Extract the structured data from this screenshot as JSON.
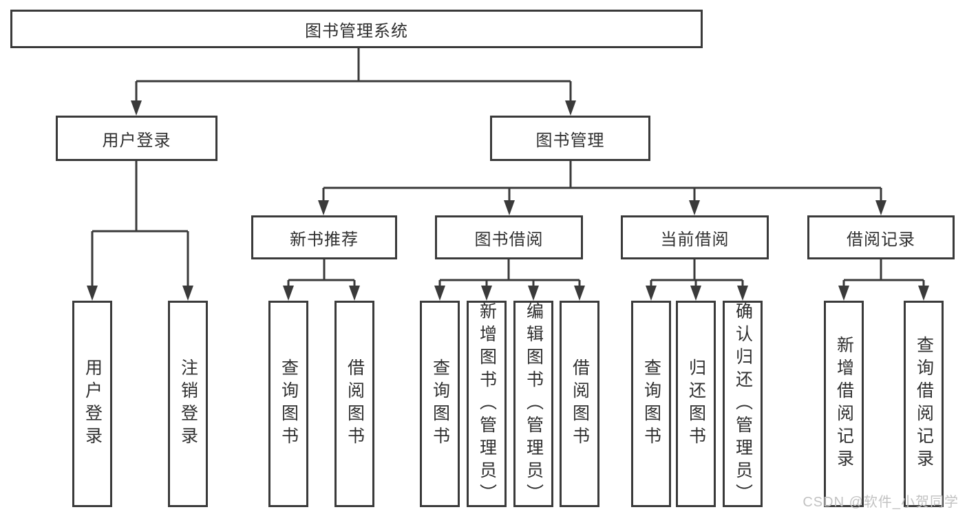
{
  "tree": {
    "root": {
      "label": "图书管理系统"
    },
    "children": [
      {
        "label": "用户登录",
        "children": [
          {
            "label": "用户登录"
          },
          {
            "label": "注销登录"
          }
        ]
      },
      {
        "label": "图书管理",
        "children": [
          {
            "label": "新书推荐",
            "children": [
              {
                "label": "查询图书"
              },
              {
                "label": "借阅图书"
              }
            ]
          },
          {
            "label": "图书借阅",
            "children": [
              {
                "label": "查询图书"
              },
              {
                "label": "新增图书（管理员）"
              },
              {
                "label": "编辑图书（管理员）"
              },
              {
                "label": "借阅图书"
              }
            ]
          },
          {
            "label": "当前借阅",
            "children": [
              {
                "label": "查询图书"
              },
              {
                "label": "归还图书"
              },
              {
                "label": "确认归还（管理员）"
              }
            ]
          },
          {
            "label": "借阅记录",
            "children": [
              {
                "label": "新增借阅记录"
              },
              {
                "label": "查询借阅记录"
              }
            ]
          }
        ]
      }
    ]
  },
  "watermark": {
    "text": "CSDN @软件_小贺同学"
  },
  "colors": {
    "line": "#3a3a3a",
    "text": "#2f2f2f",
    "watermark": "#c2c2c2",
    "background": "#ffffff"
  }
}
